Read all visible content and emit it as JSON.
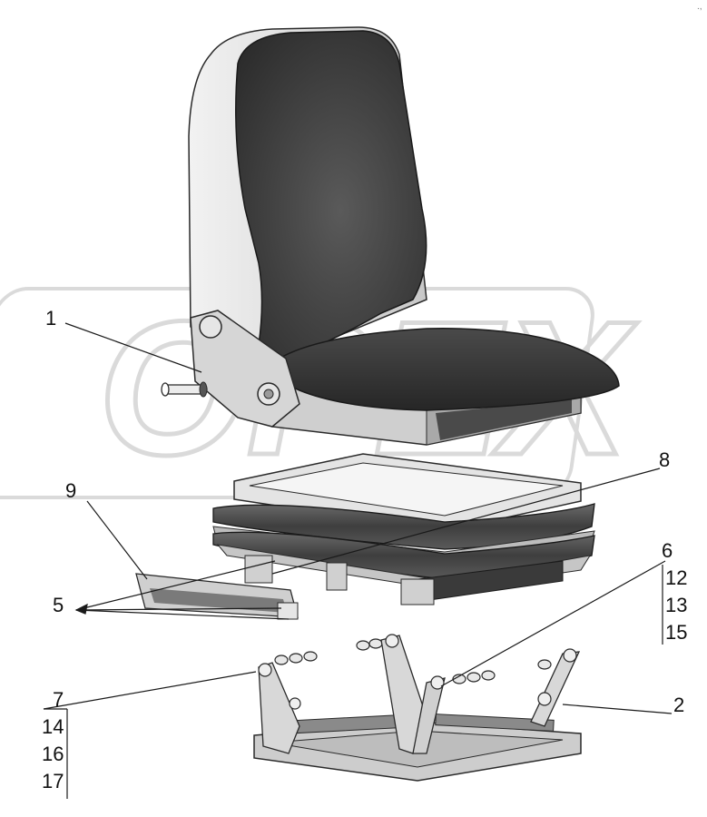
{
  "watermark": "OPEX",
  "callouts": {
    "c1": "1",
    "c2": "2",
    "c5": "5",
    "c6": "6",
    "c7": "7",
    "c8": "8",
    "c9": "9"
  },
  "stack_right": [
    "12",
    "13",
    "15"
  ],
  "stack_left": [
    "14",
    "16",
    "17"
  ],
  "colors": {
    "line": "#2a2a2a",
    "cushion": "#3a3a3a",
    "metal_light": "#d9d9d9",
    "metal_mid": "#b4b4b4",
    "watermark": "#bdbdbd"
  }
}
